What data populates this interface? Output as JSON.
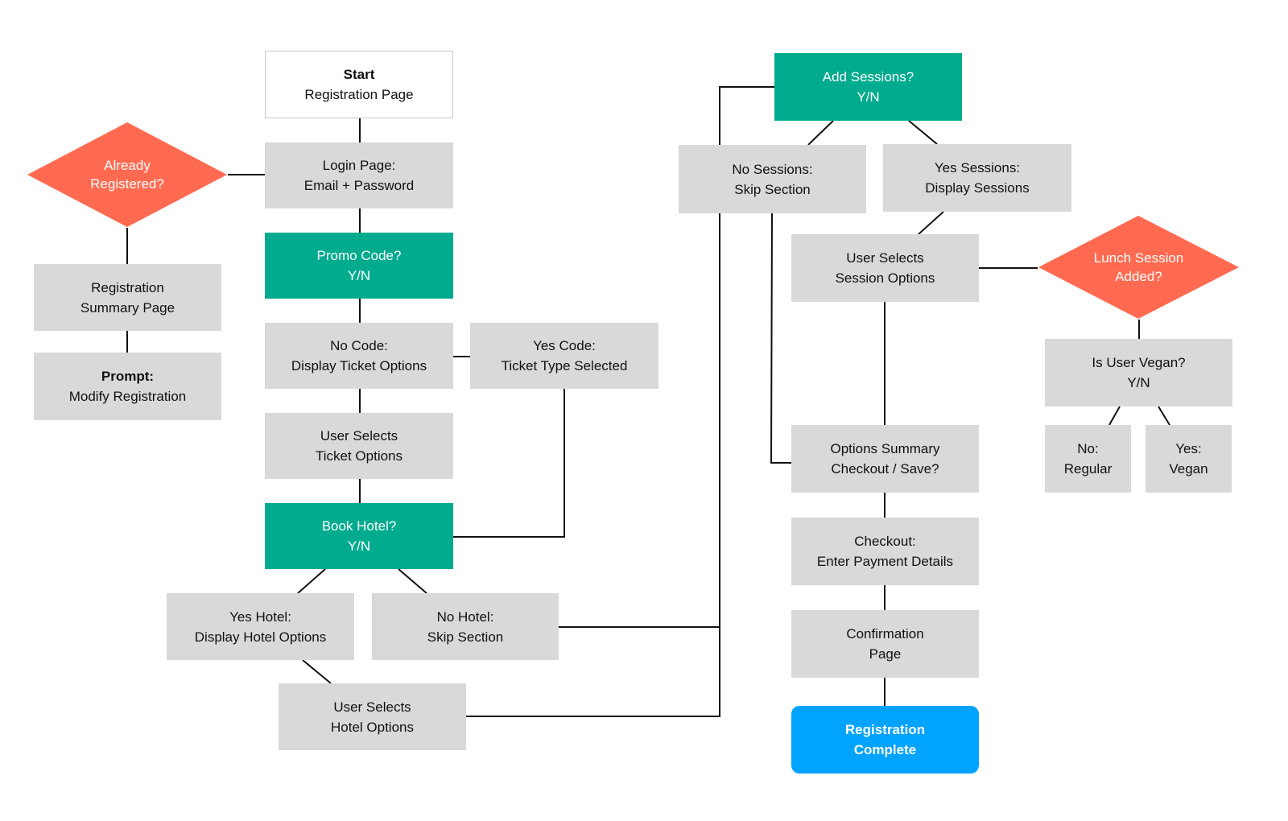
{
  "colors": {
    "process": "#d9d9d9",
    "decision": "#00ab8e",
    "question": "#ff6a50",
    "final": "#00a3ff",
    "connector": "#111111"
  },
  "nodes": {
    "start": {
      "line1": "Start",
      "line2": "Registration Page"
    },
    "login": {
      "line1": "Login Page:",
      "line2": "Email + Password"
    },
    "already_registered": {
      "line1": "Already",
      "line2": "Registered?"
    },
    "registration_summary": {
      "line1": "Registration",
      "line2": "Summary Page"
    },
    "prompt_modify": {
      "line1": "Prompt:",
      "line2": "Modify Registration"
    },
    "promo_code": {
      "line1": "Promo Code?",
      "line2": "Y/N"
    },
    "no_code": {
      "line1": "No Code:",
      "line2": "Display Ticket Options"
    },
    "yes_code": {
      "line1": "Yes Code:",
      "line2": "Ticket Type Selected"
    },
    "select_ticket": {
      "line1": "User Selects",
      "line2": "Ticket Options"
    },
    "book_hotel": {
      "line1": "Book Hotel?",
      "line2": "Y/N"
    },
    "yes_hotel": {
      "line1": "Yes Hotel:",
      "line2": "Display Hotel Options"
    },
    "no_hotel": {
      "line1": "No Hotel:",
      "line2": "Skip Section"
    },
    "select_hotel": {
      "line1": "User Selects",
      "line2": "Hotel Options"
    },
    "add_sessions": {
      "line1": "Add Sessions?",
      "line2": "Y/N"
    },
    "no_sessions": {
      "line1": "No Sessions:",
      "line2": "Skip Section"
    },
    "yes_sessions": {
      "line1": "Yes Sessions:",
      "line2": "Display Sessions"
    },
    "select_sessions": {
      "line1": "User Selects",
      "line2": "Session Options"
    },
    "lunch_session": {
      "line1": "Lunch Session",
      "line2": "Added?"
    },
    "vegan": {
      "line1": "Is User Vegan?",
      "line2": "Y/N"
    },
    "no_regular": {
      "line1": "No:",
      "line2": "Regular"
    },
    "yes_vegan": {
      "line1": "Yes:",
      "line2": "Vegan"
    },
    "options_summary": {
      "line1": "Options Summary",
      "line2": "Checkout / Save?"
    },
    "checkout": {
      "line1": "Checkout:",
      "line2": "Enter Payment Details"
    },
    "confirmation": {
      "line1": "Confirmation",
      "line2": "Page"
    },
    "complete": {
      "line1": "Registration",
      "line2": "Complete"
    }
  }
}
